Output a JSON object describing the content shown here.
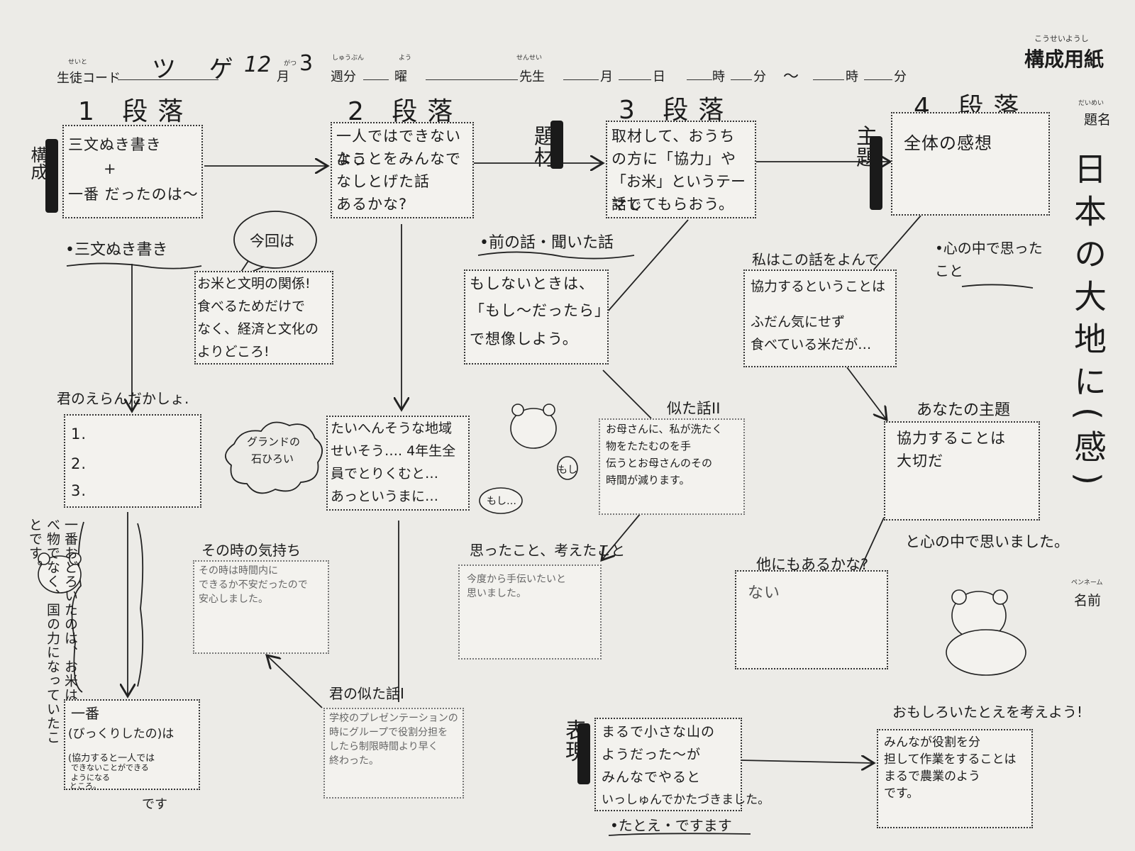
{
  "header": {
    "student_code_label": "生徒コード",
    "student_code_ruby": "せいと",
    "student_code_value": "ツ ゲ",
    "month_value": "12",
    "month_label": "月",
    "month_ruby": "がつ",
    "week_value": "3",
    "week_label": "週分",
    "week_ruby": "しゅうぶん",
    "day_label": "曜",
    "day_ruby": "よう",
    "teacher_label": "先生",
    "teacher_ruby": "せんせい",
    "date_month": "月",
    "date_day": "日",
    "time_hour": "時",
    "time_min": "分",
    "tilde": "〜",
    "end_hour": "時",
    "end_min": "分",
    "sheet_title": "構成用紙",
    "sheet_title_ruby": "こうせいようし"
  },
  "side": {
    "title_label": "題名",
    "title_ruby": "だいめい",
    "title_value": "日本の大地に(感)",
    "name_label": "名前",
    "name_ruby": "ペンネーム"
  },
  "paragraphs": {
    "p1": {
      "heading": "1 段落",
      "side_label": "構成",
      "box": [
        "三文ぬき書き",
        "+",
        "一番 だったのは〜"
      ]
    },
    "p2": {
      "heading": "2 段落",
      "box": [
        "一人ではできないよう",
        "なことをみんなで",
        "なしとげた話",
        "あるかな?"
      ]
    },
    "p3": {
      "heading": "3 段落",
      "side_label": "題材",
      "box": [
        "取材して、おうち",
        "の方に「協力」や",
        "「お米」というテーマで",
        "話してもらおう。"
      ]
    },
    "p4": {
      "heading": "4 段落",
      "side_label": "主題",
      "box": [
        "全体の感想"
      ]
    }
  },
  "col1": {
    "label": "•三文ぬき書き",
    "pick_label": "君のえらんだかしょ.",
    "pick_items": [
      "1.",
      "2.",
      "3."
    ],
    "bubble_vertical": "一番おどろいたのは、お米はただ食べ物でなく、国の力になっていたことです。",
    "bottom_box": [
      "一番",
      "(びっくりしたの)は",
      "(協力すると一人では",
      "できないことができる",
      "ようになる",
      "ところ。",
      "です"
    ]
  },
  "col2": {
    "speech": "今回は",
    "bubble_box": [
      "お米と文明の関係!",
      "食べるためだけで",
      "なく、経済と文化の",
      "よりどころ!"
    ],
    "cloud": [
      "グランドの",
      "石ひろい"
    ],
    "mid_box": [
      "たいへんそうな地域",
      "せいそう…. 4年生全",
      "員でとりくむと…",
      "あっというまに…"
    ],
    "feeling_label": "その時の気持ち",
    "feeling_box": [
      "その時は時間内に",
      "できるか不安だったので",
      "安心しました。"
    ],
    "story_label": "君の似た話I",
    "story_box": [
      "学校のプレゼンテーションの",
      "時にグループで役割分担を",
      "したら制限時間より早く",
      "終わった。"
    ]
  },
  "col3": {
    "label": "•前の話・聞いた話",
    "if_box": [
      "もしないときは、",
      "「もし〜だったら」",
      "で想像しよう。"
    ],
    "bear_bubbles": [
      "もし",
      "もし…"
    ],
    "similar_label": "似た話II",
    "similar_box": [
      "お母さんに、私が洗たく",
      "物をたたむのを手",
      "伝うとお母さんのその",
      "時間が減ります。"
    ],
    "thought_label": "思ったこと、考えたこと",
    "thought_box": [
      "今度から手伝いたいと",
      "思いました。"
    ],
    "expr_label": "表現",
    "expr_box": [
      "まるで小さな山の",
      "ようだった〜が",
      "みんなでやると",
      "いっしゅんでかたづきました。"
    ],
    "expr_note": "•たとえ・ですます"
  },
  "col4": {
    "heart_label": "•心の中で思ったこと",
    "read_label": "私はこの話をよんで",
    "read_box": [
      "協力するということは",
      "ふだん気にせず",
      "食べている米だが…"
    ],
    "theme_label": "あなたの主題",
    "theme_box": [
      "協力することは",
      "大切だ"
    ],
    "theme_after": "と心の中で思いました。",
    "other_label": "他にもあるかな?",
    "other_box": [
      "ない"
    ],
    "fun_label": "おもしろいたとえを考えよう!",
    "fun_box": [
      "みんなが役割を分",
      "担して作業をすることは",
      "まるで農業のよう",
      "です。"
    ]
  },
  "colors": {
    "paper": "#ecebe7",
    "ink": "#1c1c1c",
    "pencil": "#6a6a6a"
  }
}
